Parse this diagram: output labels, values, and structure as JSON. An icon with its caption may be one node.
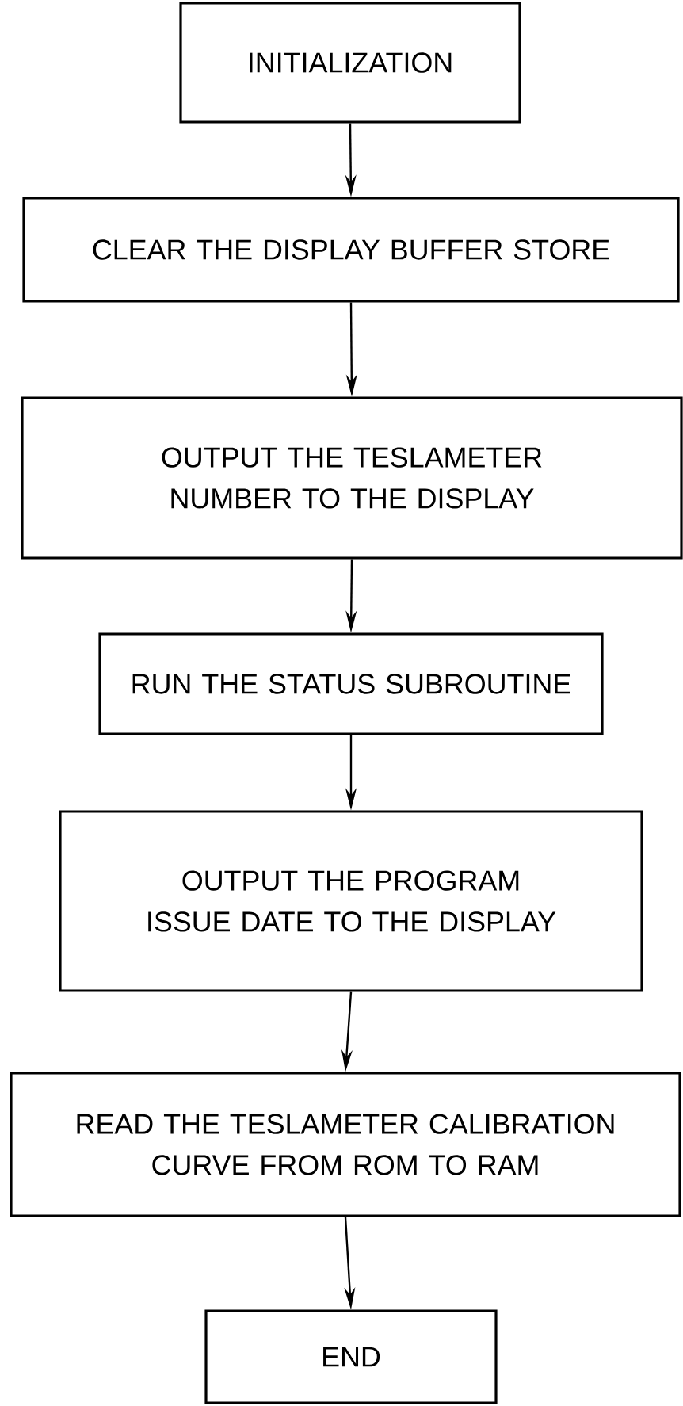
{
  "diagram": {
    "nodes": [
      {
        "text": [
          "INITIALIZATION"
        ]
      },
      {
        "text": [
          "CLEAR THE DISPLAY BUFFER STORE"
        ]
      },
      {
        "text": [
          "OUTPUT THE TESLAMETER NUMBER TO THE DISPLAY"
        ]
      },
      {
        "text": [
          "RUN THE STATUS SUBROUTINE"
        ]
      },
      {
        "text": [
          "OUTPUT THE PROGRAM ISSUE DATE TO THE DISPLAY"
        ]
      },
      {
        "text": [
          "READ THE TESLAMETER CALIBRATION CURVE FROM ROM TO RAM"
        ]
      },
      {
        "text": [
          "END"
        ]
      }
    ],
    "edges": [
      {
        "from": 0,
        "to": 1,
        "arrow": "to"
      },
      {
        "from": 1,
        "to": 2,
        "arrow": "to"
      },
      {
        "from": 2,
        "to": 3,
        "arrow": "to"
      },
      {
        "from": 3,
        "to": 4,
        "arrow": "to"
      },
      {
        "from": 4,
        "to": 5,
        "arrow": "to"
      },
      {
        "from": 5,
        "to": 6,
        "arrow": "to"
      }
    ]
  }
}
